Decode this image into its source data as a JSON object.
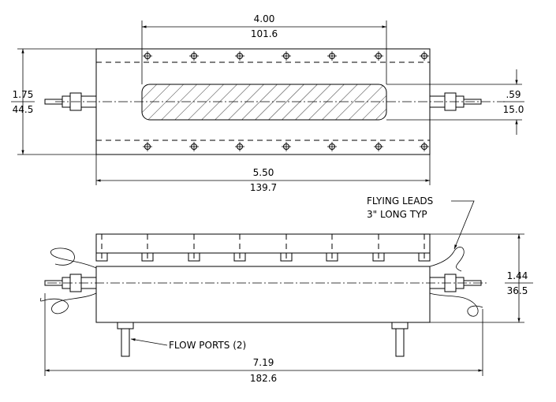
{
  "top_view": {
    "dim_top": {
      "value": "4.00",
      "metric": "101.6"
    },
    "dim_left": {
      "value": "1.75",
      "metric": "44.5"
    },
    "dim_right": {
      "value": ".59",
      "metric": "15.0"
    },
    "dim_bottom": {
      "value": "5.50",
      "metric": "139.7"
    }
  },
  "side_view": {
    "note_line1": "FLYING LEADS",
    "note_line2": "3\" LONG TYP",
    "dim_right": {
      "value": "1.44",
      "metric": "36.5"
    },
    "flow_label": "FLOW PORTS (2)",
    "dim_bottom": {
      "value": "7.19",
      "metric": "182.6"
    }
  }
}
